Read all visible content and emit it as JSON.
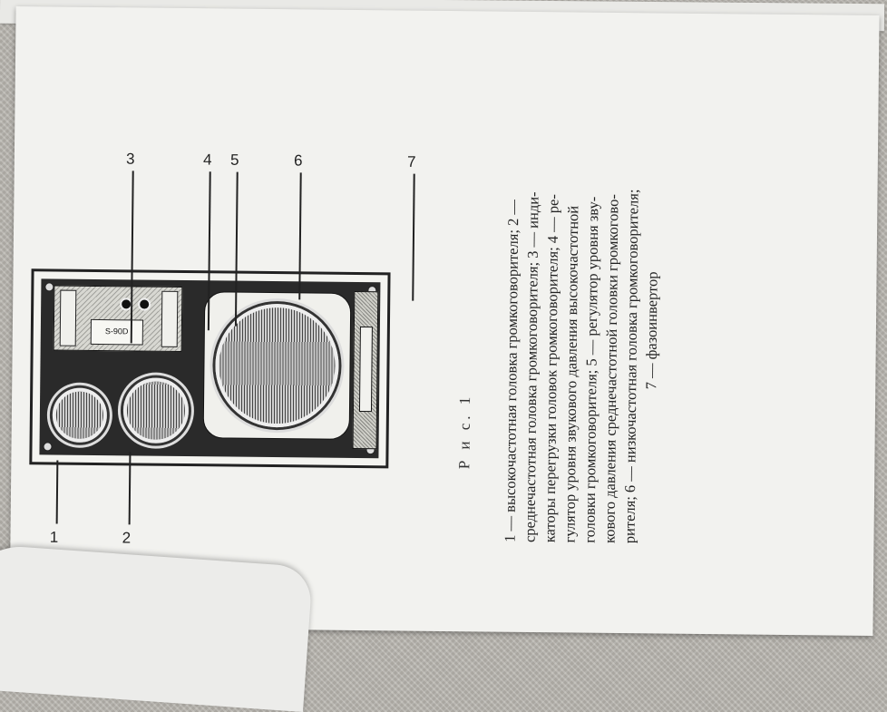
{
  "figure": {
    "label": "Р и с. 1",
    "speaker_badge": "S-90D",
    "callouts": [
      "1",
      "2",
      "3",
      "4",
      "5",
      "6",
      "7"
    ]
  },
  "caption": {
    "lines": [
      "1 — высокочастотная головка громкоговорителя; 2 —",
      "среднечастотная головка громкоговорителя; 3 — инди-",
      "каторы перегрузки головок громкоговорителя; 4 — ре-",
      "гулятор уровня звукового давления высокочастотной",
      "головки громкоговорителя; 5 — регулятор уровня зву-",
      "кового давления среднечастотной головки громкогово-",
      "рителя; 6 — низкочастотная головка громкоговорителя;",
      "7 — фазоинвертор"
    ]
  }
}
